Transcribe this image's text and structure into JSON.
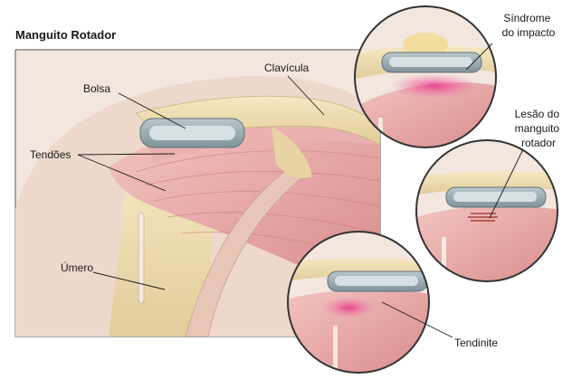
{
  "title": "Manguito Rotador",
  "labels": {
    "bolsa": "Bolsa",
    "clavicula": "Clavícula",
    "tendoes": "Tendões",
    "umero": "Úmero",
    "sindrome_line1": "Síndrome",
    "sindrome_line2": "do impacto",
    "lesao_line1": "Lesão do",
    "lesao_line2": "manguito",
    "lesao_line3": "rotador",
    "tendinite": "Tendinite"
  },
  "colors": {
    "muscle": "#e8a9a8",
    "muscle_dark": "#d98a8c",
    "bone": "#ecd9a8",
    "bursa": "#8fa3a8",
    "inflammation": "#e84a8c",
    "background": "#f3e6df"
  }
}
